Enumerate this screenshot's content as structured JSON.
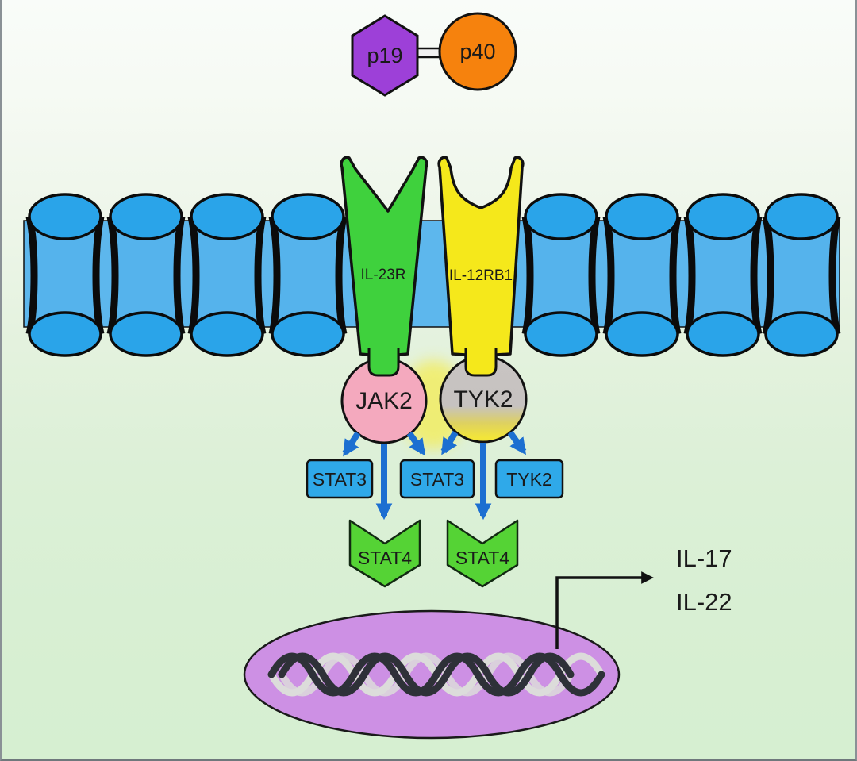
{
  "colors": {
    "p19_purple": "#9d40d8",
    "p40_orange": "#f6820d",
    "connector_fill": "#f0f0f0",
    "il23r_green": "#3fd13d",
    "il12rb1_yellow": "#f5e81b",
    "lipid_blue": "#2aa4e9",
    "lipid_body_blue": "#55b3ec",
    "membrane_band_blue": "#5db7ed",
    "jak2_pink": "#f4a9be",
    "tyk2_gray": "#c8c4c2",
    "glow_yellow": "#f4ec52",
    "arrow_blue": "#1c6fd1",
    "box_blue": "#2fa9e9",
    "stat4_green": "#55d335",
    "nucleus_purple": "#cd90e4",
    "dna_dark": "#2e3138",
    "dna_light": "#dcdcda"
  },
  "cytokine": {
    "p19_label": "p19",
    "p40_label": "p40"
  },
  "receptors": {
    "il23r_label": "IL-23R",
    "il12rb1_label": "IL-12RB1"
  },
  "kinases": {
    "jak2_label": "JAK2",
    "tyk2_label": "TYK2"
  },
  "signal_boxes": [
    {
      "label": "STAT3"
    },
    {
      "label": "STAT3"
    },
    {
      "label": "TYK2"
    }
  ],
  "stat4_chevrons": [
    {
      "label": "STAT4"
    },
    {
      "label": "STAT4"
    }
  ],
  "outputs": {
    "il17_label": "IL-17",
    "il22_label": "IL-22"
  }
}
